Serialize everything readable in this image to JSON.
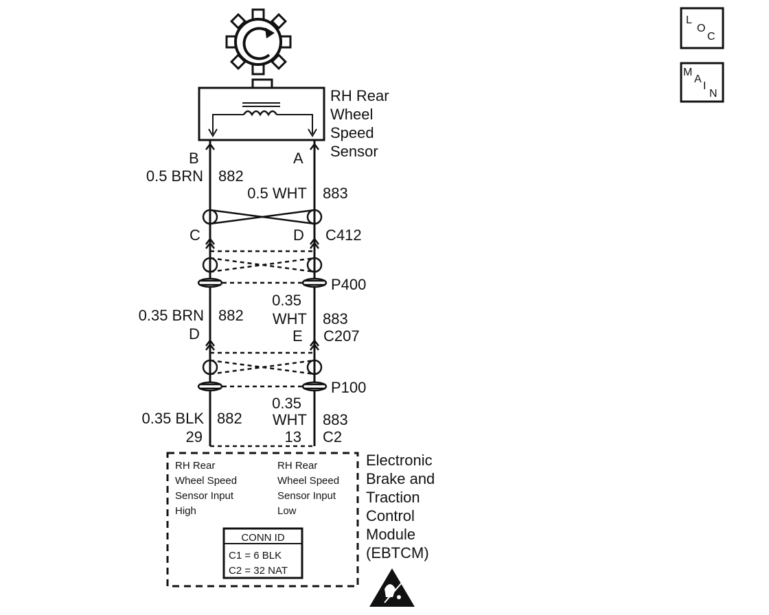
{
  "sensor": {
    "title_lines": [
      "RH Rear",
      "Wheel",
      "Speed",
      "Sensor"
    ],
    "pin_left": "B",
    "pin_right": "A"
  },
  "segment1": {
    "left_wire": "0.5 BRN",
    "left_circuit": "882",
    "right_wire": "0.5 WHT",
    "right_circuit": "883"
  },
  "connector_c412": {
    "id": "C412",
    "pin_left": "C",
    "pin_right": "D"
  },
  "splice_p400": {
    "id": "P400"
  },
  "segment2": {
    "left_wire": "0.35 BRN",
    "left_circuit": "882",
    "right_wire_lines": [
      "0.35",
      "WHT"
    ],
    "right_circuit": "883"
  },
  "connector_c207": {
    "id": "C207",
    "pin_left": "D",
    "pin_right": "E"
  },
  "splice_p100": {
    "id": "P100"
  },
  "segment3": {
    "left_wire": "0.35 BLK",
    "left_circuit": "882",
    "right_wire_lines": [
      "0.35",
      "WHT"
    ],
    "right_circuit": "883"
  },
  "connector_c2": {
    "id": "C2",
    "pin_left": "29",
    "pin_right": "13"
  },
  "module": {
    "name_lines": [
      "Electronic",
      "Brake and",
      "Traction",
      "Control",
      "Module",
      "(EBTCM)"
    ],
    "input_high_lines": [
      "RH Rear",
      "Wheel Speed",
      "Sensor Input",
      "High"
    ],
    "input_low_lines": [
      "RH Rear",
      "Wheel Speed",
      "Sensor Input",
      "Low"
    ],
    "conn_id": {
      "title": "CONN ID",
      "rows": [
        "C1 = 6 BLK",
        "C2 = 32 NAT"
      ]
    }
  },
  "nav": {
    "loc_letters": [
      "L",
      "O",
      "C"
    ],
    "main_letters": [
      "M",
      "A",
      "I",
      "N"
    ]
  },
  "icons": [
    "tone-wheel-icon",
    "esd-warning-icon",
    "loc-button-icon",
    "main-button-icon"
  ]
}
